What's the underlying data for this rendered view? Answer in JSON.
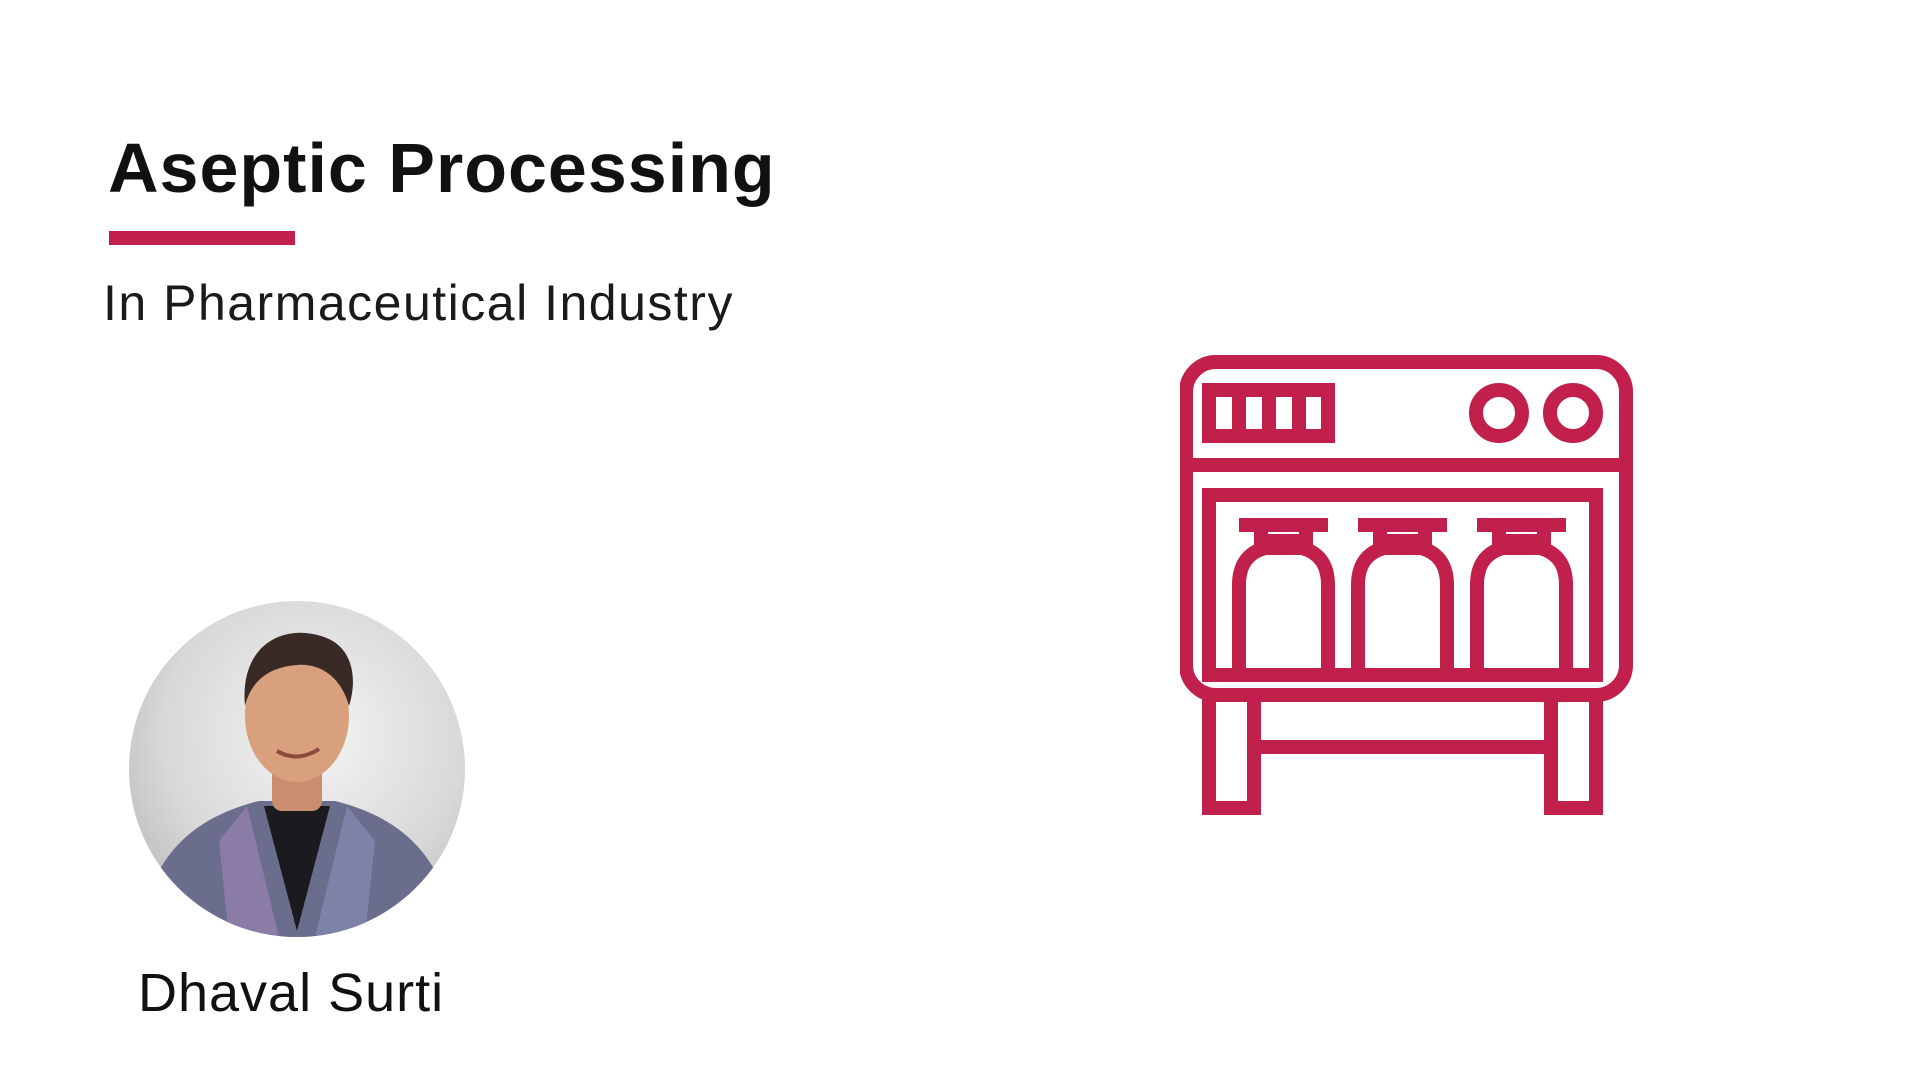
{
  "slide": {
    "title": "Aseptic Processing",
    "subtitle": "In Pharmaceutical Industry",
    "presenter_name": "Dhaval Surti",
    "accent_color": "#c0204b",
    "illustration": "aseptic-filling-machine-icon"
  }
}
